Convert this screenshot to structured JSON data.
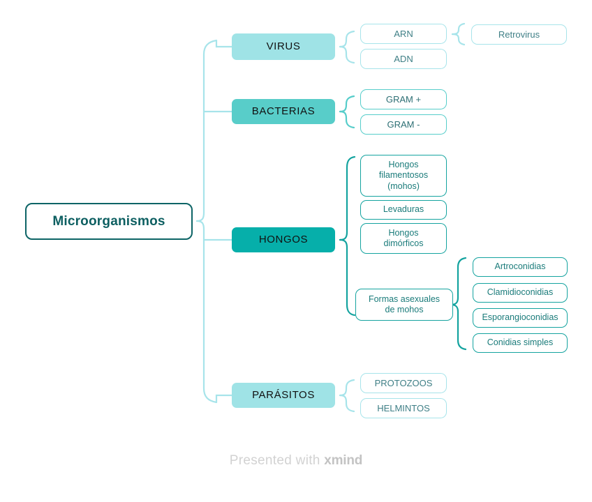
{
  "palette": {
    "root_border": "#0d6466",
    "root_text": "#0d5f61",
    "level1_light": "#9fe3e6",
    "level1_medium": "#58cdc9",
    "level1_strong": "#06afaa",
    "leaf_border_light": "#a7e4ea",
    "leaf_border_medium": "#56cdca",
    "leaf_border_strong": "#14a39f",
    "leaf_text_light": "#3f7f86",
    "leaf_text_medium": "#2d6f74",
    "leaf_text_strong": "#1a7b7a",
    "bracket_light": "#a7e4ea",
    "bracket_medium": "#56cdca",
    "bracket_strong": "#14a39f",
    "background": "#ffffff",
    "footer_text": "#d2d2d2",
    "footer_brand": "#c3c3c3"
  },
  "root": {
    "label": "Microorganismos"
  },
  "branches": [
    {
      "id": "virus",
      "label": "VIRUS",
      "children": [
        {
          "id": "arn",
          "label": "ARN",
          "children": [
            {
              "id": "retrovirus",
              "label": "Retrovirus"
            }
          ]
        },
        {
          "id": "adn",
          "label": "ADN",
          "children": []
        }
      ]
    },
    {
      "id": "bacterias",
      "label": "BACTERIAS",
      "children": [
        {
          "id": "gram-mas",
          "label": "GRAM +",
          "children": []
        },
        {
          "id": "gram-menos",
          "label": "GRAM -",
          "children": []
        }
      ]
    },
    {
      "id": "hongos",
      "label": "HONGOS",
      "children": [
        {
          "id": "hongos-filamentosos",
          "label": "Hongos\nfilamentosos\n(mohos)",
          "children": []
        },
        {
          "id": "levaduras",
          "label": "Levaduras",
          "children": []
        },
        {
          "id": "hongos-dimorficos",
          "label": "Hongos\ndimórficos",
          "children": []
        },
        {
          "id": "formas-asexuales",
          "label": "Formas asexuales\nde mohos",
          "children": [
            {
              "id": "artroconidias",
              "label": "Artroconidias"
            },
            {
              "id": "clamidioconidias",
              "label": "Clamidioconidias"
            },
            {
              "id": "esporangioconidias",
              "label": "Esporangioconidias"
            },
            {
              "id": "conidias-simples",
              "label": "Conidias simples"
            }
          ]
        }
      ]
    },
    {
      "id": "parasitos",
      "label": "PARÁSITOS",
      "children": [
        {
          "id": "protozoos",
          "label": "PROTOZOOS",
          "children": []
        },
        {
          "id": "helmintos",
          "label": "HELMINTOS",
          "children": []
        }
      ]
    }
  ],
  "footer": {
    "prefix": "Presented with ",
    "brand": "xmind"
  }
}
